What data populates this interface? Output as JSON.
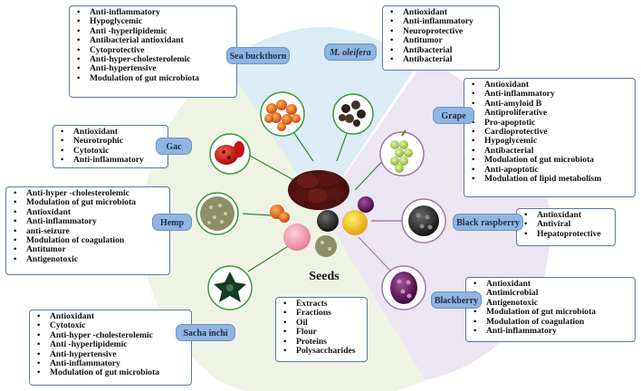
{
  "title": "Seeds",
  "colors": {
    "box_border": "#5a78a8",
    "label_fill": "#8fb5e0",
    "connector": "#2e8b2e"
  },
  "seeds": [
    {
      "name": "Sea buckthorn",
      "italic": false,
      "properties": [
        "Anti-inflammatory",
        "Hypoglycemic",
        "Anti -hyperlipidemic",
        "Antibacterial antioxidant",
        "Cytoprotective",
        "Anti-hyper-cholesterolemic",
        "Anti-hypertensive",
        "Modulation of gut microbiota"
      ]
    },
    {
      "name": "M. oleifera",
      "italic": true,
      "properties": [
        "Antioxidant",
        "Anti-inflammatory",
        "Neuroprotective",
        "Antitumor",
        "Antibacterial",
        "Antibacterial"
      ]
    },
    {
      "name": "Grape",
      "italic": false,
      "properties": [
        "Antioxidant",
        "Anti-inflammatory",
        "Anti-amyloid B",
        "Antiproliferative",
        "Pro-apoptotic",
        "Cardioprotective",
        "Hypoglycemic",
        "Antibacterial",
        "Modulation of gut microbiota",
        "Anti-apoptotic",
        "Modulation of lipid metabolism"
      ]
    },
    {
      "name": "Gac",
      "italic": false,
      "properties": [
        "Antioxidant",
        "Neurotrophic",
        "Cytotoxic",
        "Anti-inflammatory"
      ]
    },
    {
      "name": "Hemp",
      "italic": false,
      "properties": [
        "Anti-hyper -cholesterolemic",
        "Modulation of gut microbiota",
        "Antioxidant",
        "Anti-inflammatory",
        "anti-seizure",
        "Modulation of coagulation",
        "Antitumor",
        "Antigenotoxic"
      ]
    },
    {
      "name": "Black raspberry",
      "italic": false,
      "properties": [
        "Antioxidant",
        "Antiviral",
        "Hepatoprotective"
      ]
    },
    {
      "name": "Blackberry",
      "italic": false,
      "properties": [
        "Antioxidant",
        "Antimicrobial",
        "Antigenotoxic",
        "Modulation of gut microbiota",
        "Modulation of coagulation",
        "Anti-inflammatory"
      ]
    },
    {
      "name": "Sacha inchi",
      "italic": false,
      "properties": [
        "Antioxidant",
        "Cytotoxic",
        "Anti-hyper -cholesterolemic",
        "Anti -hyperlipidemic",
        "Anti-hypertensive",
        "Anti-inflammatory",
        "Modulation of gut microbiota"
      ]
    }
  ],
  "products": [
    "Extracts",
    "Fractions",
    "Oil",
    "Flour",
    "Proteins",
    "Polysaccharides"
  ]
}
